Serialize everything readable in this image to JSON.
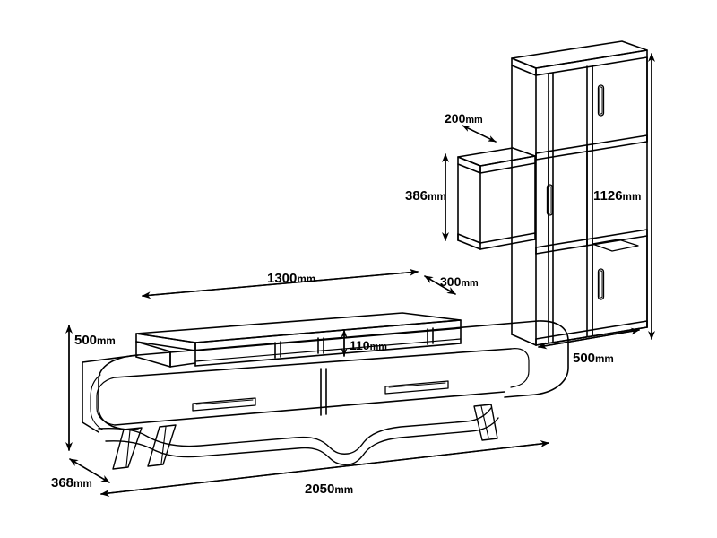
{
  "drawing": {
    "title": "Furniture set technical dimension drawing",
    "type": "technical-line-drawing",
    "background_color": "#ffffff",
    "line_color": "#000000",
    "text_color": "#000000",
    "unit": "mm"
  },
  "dimensions": {
    "tv_unit_top_shelf_width": {
      "value": "1300",
      "unit": "mm",
      "label": "1300mm"
    },
    "tv_unit_top_shelf_depth": {
      "value": "300",
      "unit": "mm",
      "label": "300mm"
    },
    "tv_unit_height": {
      "value": "500",
      "unit": "mm",
      "label": "500mm"
    },
    "tv_unit_depth": {
      "value": "368",
      "unit": "mm",
      "label": "368mm"
    },
    "tv_unit_total_width": {
      "value": "2050",
      "unit": "mm",
      "label": "2050mm"
    },
    "tv_unit_shelf_gap_height": {
      "value": "110",
      "unit": "mm",
      "label": "110mm"
    },
    "bookcase_small_shelf_depth": {
      "value": "200",
      "unit": "mm",
      "label": "200mm"
    },
    "bookcase_small_shelf_height": {
      "value": "386",
      "unit": "mm",
      "label": "386mm"
    },
    "bookcase_total_height": {
      "value": "1126",
      "unit": "mm",
      "label": "1126mm"
    },
    "bookcase_width": {
      "value": "500",
      "unit": "mm",
      "label": "500mm"
    }
  },
  "objects": {
    "tv_unit": {
      "name": "tv-stand-unit",
      "parts": [
        "top-hutch-shelf",
        "left-drawer",
        "right-drawer",
        "rounded-left-end",
        "rounded-right-end",
        "legs"
      ],
      "drawer_count": 2,
      "handle_style": "horizontal-bar"
    },
    "bookcase": {
      "name": "bookcase-unit",
      "parts": [
        "upper-cabinet-door",
        "middle-cabinet-door",
        "lower-cabinet-door",
        "side-open-shelf",
        "open-compartments"
      ],
      "door_count": 3,
      "handle_style": "vertical-bar"
    }
  }
}
